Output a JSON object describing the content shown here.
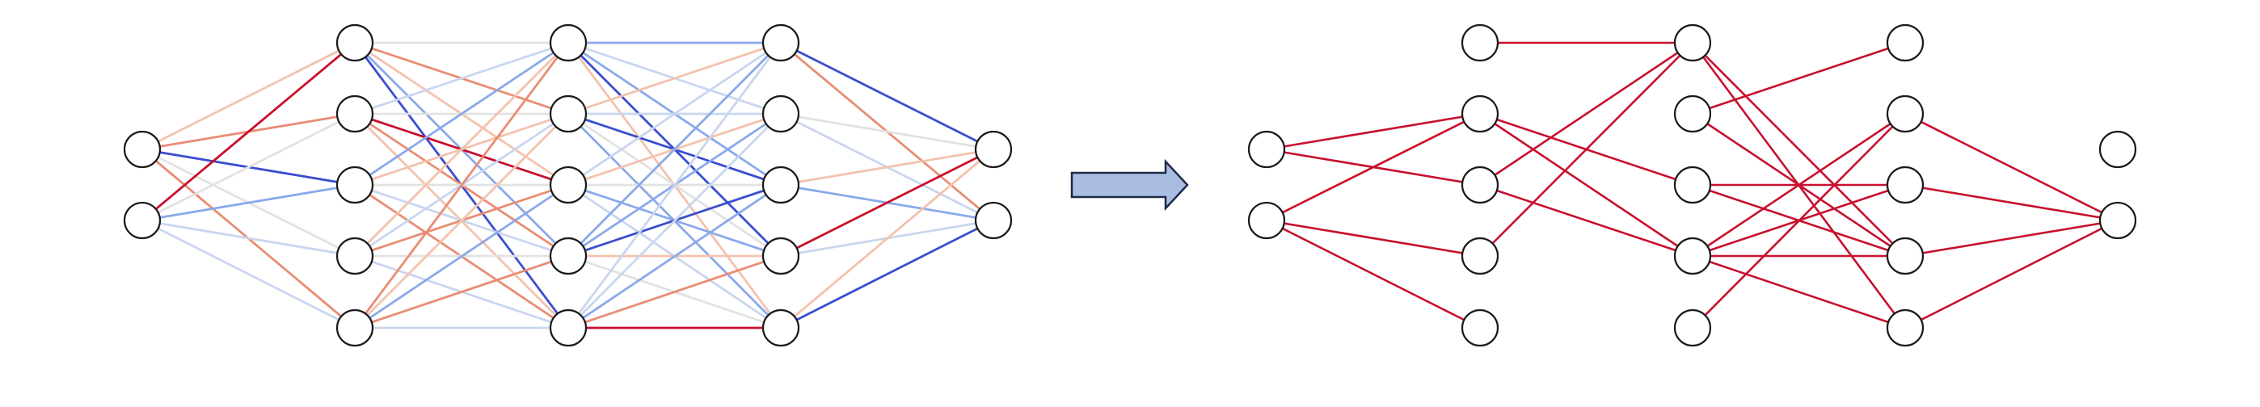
{
  "palette": {
    "background": "#ffffff",
    "node_fill": "#ffffff",
    "node_stroke": "#1a1a1a",
    "sparse_edge": "#c8102e",
    "arrow_fill": "#a9bde3",
    "arrow_stroke": "#1f2a44",
    "weight_scale": [
      "#3a4ecf",
      "#8aa9ea",
      "#c9d6ee",
      "#e2e2e2",
      "#f4c2ac",
      "#e88d73",
      "#c8102e"
    ]
  },
  "dense_network": {
    "layers": [
      2,
      5,
      5,
      5,
      2
    ],
    "edges": [
      [
        0,
        0,
        1,
        0,
        "#f4c2ac"
      ],
      [
        0,
        0,
        1,
        1,
        "#e88d73"
      ],
      [
        0,
        0,
        1,
        2,
        "#3a4ecf"
      ],
      [
        0,
        0,
        1,
        3,
        "#e2e2e2"
      ],
      [
        0,
        0,
        1,
        4,
        "#e88d73"
      ],
      [
        0,
        1,
        1,
        0,
        "#c8102e"
      ],
      [
        0,
        1,
        1,
        1,
        "#e2e2e2"
      ],
      [
        0,
        1,
        1,
        2,
        "#8aa9ea"
      ],
      [
        0,
        1,
        1,
        3,
        "#c9d6ee"
      ],
      [
        0,
        1,
        1,
        4,
        "#c9d6ee"
      ],
      [
        1,
        0,
        2,
        0,
        "#e2e2e2"
      ],
      [
        1,
        0,
        2,
        1,
        "#e88d73"
      ],
      [
        1,
        0,
        2,
        2,
        "#f4c2ac"
      ],
      [
        1,
        0,
        2,
        3,
        "#8aa9ea"
      ],
      [
        1,
        0,
        2,
        4,
        "#3a4ecf"
      ],
      [
        1,
        1,
        2,
        0,
        "#c9d6ee"
      ],
      [
        1,
        1,
        2,
        1,
        "#e2e2e2"
      ],
      [
        1,
        1,
        2,
        2,
        "#c8102e"
      ],
      [
        1,
        1,
        2,
        3,
        "#e88d73"
      ],
      [
        1,
        1,
        2,
        4,
        "#f4c2ac"
      ],
      [
        1,
        2,
        2,
        0,
        "#8aa9ea"
      ],
      [
        1,
        2,
        2,
        1,
        "#f4c2ac"
      ],
      [
        1,
        2,
        2,
        2,
        "#e2e2e2"
      ],
      [
        1,
        2,
        2,
        3,
        "#c9d6ee"
      ],
      [
        1,
        2,
        2,
        4,
        "#e88d73"
      ],
      [
        1,
        3,
        2,
        0,
        "#f4c2ac"
      ],
      [
        1,
        3,
        2,
        1,
        "#c9d6ee"
      ],
      [
        1,
        3,
        2,
        2,
        "#e88d73"
      ],
      [
        1,
        3,
        2,
        3,
        "#e2e2e2"
      ],
      [
        1,
        3,
        2,
        4,
        "#c9d6ee"
      ],
      [
        1,
        4,
        2,
        0,
        "#e88d73"
      ],
      [
        1,
        4,
        2,
        1,
        "#f4c2ac"
      ],
      [
        1,
        4,
        2,
        2,
        "#8aa9ea"
      ],
      [
        1,
        4,
        2,
        3,
        "#e88d73"
      ],
      [
        1,
        4,
        2,
        4,
        "#c9d6ee"
      ],
      [
        2,
        0,
        3,
        0,
        "#8aa9ea"
      ],
      [
        2,
        0,
        3,
        1,
        "#c9d6ee"
      ],
      [
        2,
        0,
        3,
        2,
        "#8aa9ea"
      ],
      [
        2,
        0,
        3,
        3,
        "#3a4ecf"
      ],
      [
        2,
        0,
        3,
        4,
        "#f4c2ac"
      ],
      [
        2,
        1,
        3,
        0,
        "#f4c2ac"
      ],
      [
        2,
        1,
        3,
        1,
        "#c9d6ee"
      ],
      [
        2,
        1,
        3,
        2,
        "#3a4ecf"
      ],
      [
        2,
        1,
        3,
        3,
        "#e2e2e2"
      ],
      [
        2,
        1,
        3,
        4,
        "#8aa9ea"
      ],
      [
        2,
        2,
        3,
        0,
        "#c9d6ee"
      ],
      [
        2,
        2,
        3,
        1,
        "#f4c2ac"
      ],
      [
        2,
        2,
        3,
        2,
        "#e2e2e2"
      ],
      [
        2,
        2,
        3,
        3,
        "#8aa9ea"
      ],
      [
        2,
        2,
        3,
        4,
        "#c9d6ee"
      ],
      [
        2,
        3,
        3,
        0,
        "#8aa9ea"
      ],
      [
        2,
        3,
        3,
        1,
        "#8aa9ea"
      ],
      [
        2,
        3,
        3,
        2,
        "#3a4ecf"
      ],
      [
        2,
        3,
        3,
        3,
        "#f4c2ac"
      ],
      [
        2,
        3,
        3,
        4,
        "#e2e2e2"
      ],
      [
        2,
        4,
        3,
        0,
        "#c9d6ee"
      ],
      [
        2,
        4,
        3,
        1,
        "#c9d6ee"
      ],
      [
        2,
        4,
        3,
        2,
        "#8aa9ea"
      ],
      [
        2,
        4,
        3,
        3,
        "#e88d73"
      ],
      [
        2,
        4,
        3,
        4,
        "#c8102e"
      ],
      [
        3,
        0,
        4,
        0,
        "#3a4ecf"
      ],
      [
        3,
        0,
        4,
        1,
        "#e88d73"
      ],
      [
        3,
        1,
        4,
        0,
        "#e2e2e2"
      ],
      [
        3,
        1,
        4,
        1,
        "#c9d6ee"
      ],
      [
        3,
        2,
        4,
        0,
        "#f4c2ac"
      ],
      [
        3,
        2,
        4,
        1,
        "#8aa9ea"
      ],
      [
        3,
        3,
        4,
        0,
        "#c8102e"
      ],
      [
        3,
        3,
        4,
        1,
        "#c9d6ee"
      ],
      [
        3,
        4,
        4,
        0,
        "#f4c2ac"
      ],
      [
        3,
        4,
        4,
        1,
        "#3a4ecf"
      ]
    ]
  },
  "sparse_network": {
    "layers": [
      2,
      5,
      5,
      5,
      2
    ],
    "edges": [
      [
        0,
        0,
        1,
        1
      ],
      [
        0,
        0,
        1,
        2
      ],
      [
        0,
        1,
        1,
        1
      ],
      [
        0,
        1,
        1,
        3
      ],
      [
        0,
        1,
        1,
        4
      ],
      [
        1,
        0,
        2,
        0
      ],
      [
        1,
        1,
        2,
        2
      ],
      [
        1,
        1,
        2,
        3
      ],
      [
        1,
        2,
        2,
        0
      ],
      [
        1,
        2,
        2,
        3
      ],
      [
        1,
        3,
        2,
        0
      ],
      [
        2,
        0,
        3,
        3
      ],
      [
        2,
        0,
        3,
        4
      ],
      [
        2,
        1,
        3,
        0
      ],
      [
        2,
        1,
        3,
        3
      ],
      [
        2,
        2,
        3,
        2
      ],
      [
        2,
        2,
        3,
        3
      ],
      [
        2,
        3,
        3,
        1
      ],
      [
        2,
        3,
        3,
        2
      ],
      [
        2,
        3,
        3,
        3
      ],
      [
        2,
        3,
        3,
        4
      ],
      [
        2,
        4,
        3,
        1
      ],
      [
        3,
        1,
        4,
        1
      ],
      [
        3,
        2,
        4,
        1
      ],
      [
        3,
        3,
        4,
        1
      ],
      [
        3,
        4,
        4,
        1
      ]
    ]
  },
  "arrow": {
    "icon": "right-arrow-icon"
  }
}
